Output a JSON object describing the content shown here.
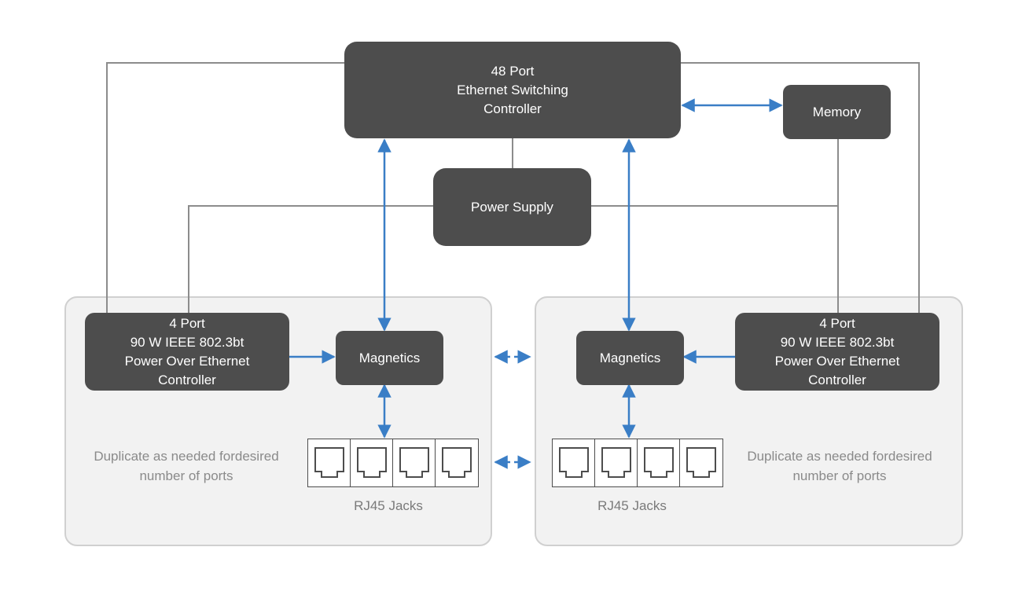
{
  "nodes": {
    "switch_controller": {
      "lines": [
        "48 Port",
        "Ethernet Switching",
        "Controller"
      ]
    },
    "memory": {
      "lines": [
        "Memory"
      ]
    },
    "power_supply": {
      "lines": [
        "Power Supply"
      ]
    },
    "poe_left": {
      "lines": [
        "4 Port",
        "90 W IEEE 802.3bt",
        "Power Over Ethernet",
        "Controller"
      ]
    },
    "poe_right": {
      "lines": [
        "4 Port",
        "90 W IEEE 802.3bt",
        "Power Over Ethernet",
        "Controller"
      ]
    },
    "magnetics_left": {
      "lines": [
        "Magnetics"
      ]
    },
    "magnetics_right": {
      "lines": [
        "Magnetics"
      ]
    }
  },
  "notes": {
    "left": {
      "lines": [
        "Duplicate as needed for",
        "desired number of ports"
      ]
    },
    "right": {
      "lines": [
        "Duplicate as needed for",
        "desired number of ports"
      ]
    }
  },
  "jacks": {
    "left_label": "RJ45 Jacks",
    "right_label": "RJ45 Jacks",
    "count": 4
  },
  "colors": {
    "box": "#4d4d4d",
    "panel": "#f2f2f2",
    "panel_border": "#d0d0d0",
    "power_line": "#8c8c8c",
    "data_arrow": "#3a7ec6"
  }
}
